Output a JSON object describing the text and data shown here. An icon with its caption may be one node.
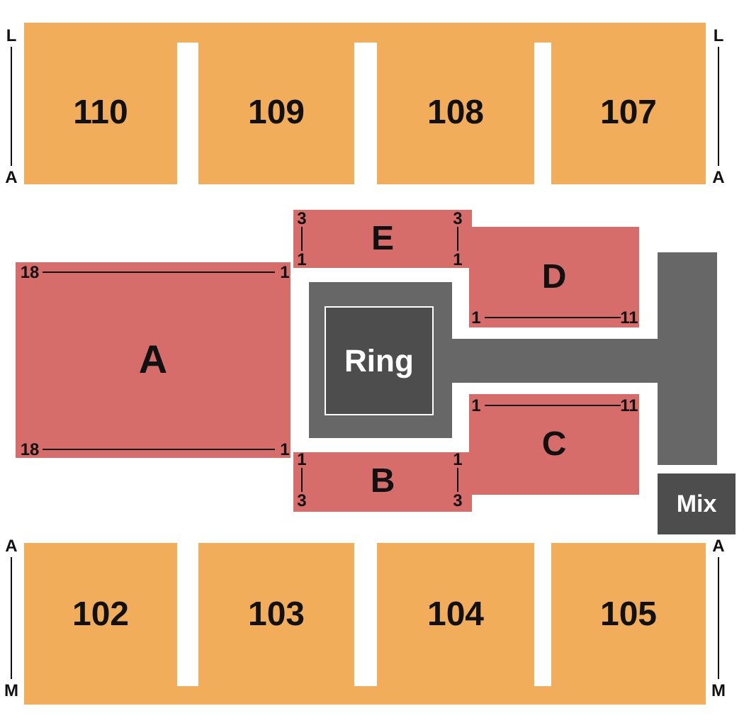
{
  "diagram": {
    "nodes": [
      {
        "text": [
          "110"
        ]
      },
      {
        "text": [
          "109"
        ]
      },
      {
        "text": [
          "108"
        ]
      },
      {
        "text": [
          "107"
        ]
      },
      {
        "text": [
          "E"
        ]
      },
      {
        "text": [
          "D"
        ]
      },
      {
        "text": [
          "A"
        ]
      },
      {
        "text": [
          "Ring"
        ]
      },
      {
        "text": [
          "C"
        ]
      },
      {
        "text": [
          "B"
        ]
      },
      {
        "text": [
          "Mix"
        ]
      },
      {
        "text": [
          "102"
        ]
      },
      {
        "text": [
          "103"
        ]
      },
      {
        "text": [
          "104"
        ]
      },
      {
        "text": [
          "105"
        ]
      }
    ],
    "labels": [
      "L",
      "L",
      "A",
      "A",
      "3",
      "3",
      "1",
      "1",
      "18",
      "1",
      "1",
      "11",
      "1",
      "11",
      "18",
      "1",
      "1",
      "1",
      "3",
      "3",
      "A",
      "A",
      "M",
      "M"
    ]
  }
}
